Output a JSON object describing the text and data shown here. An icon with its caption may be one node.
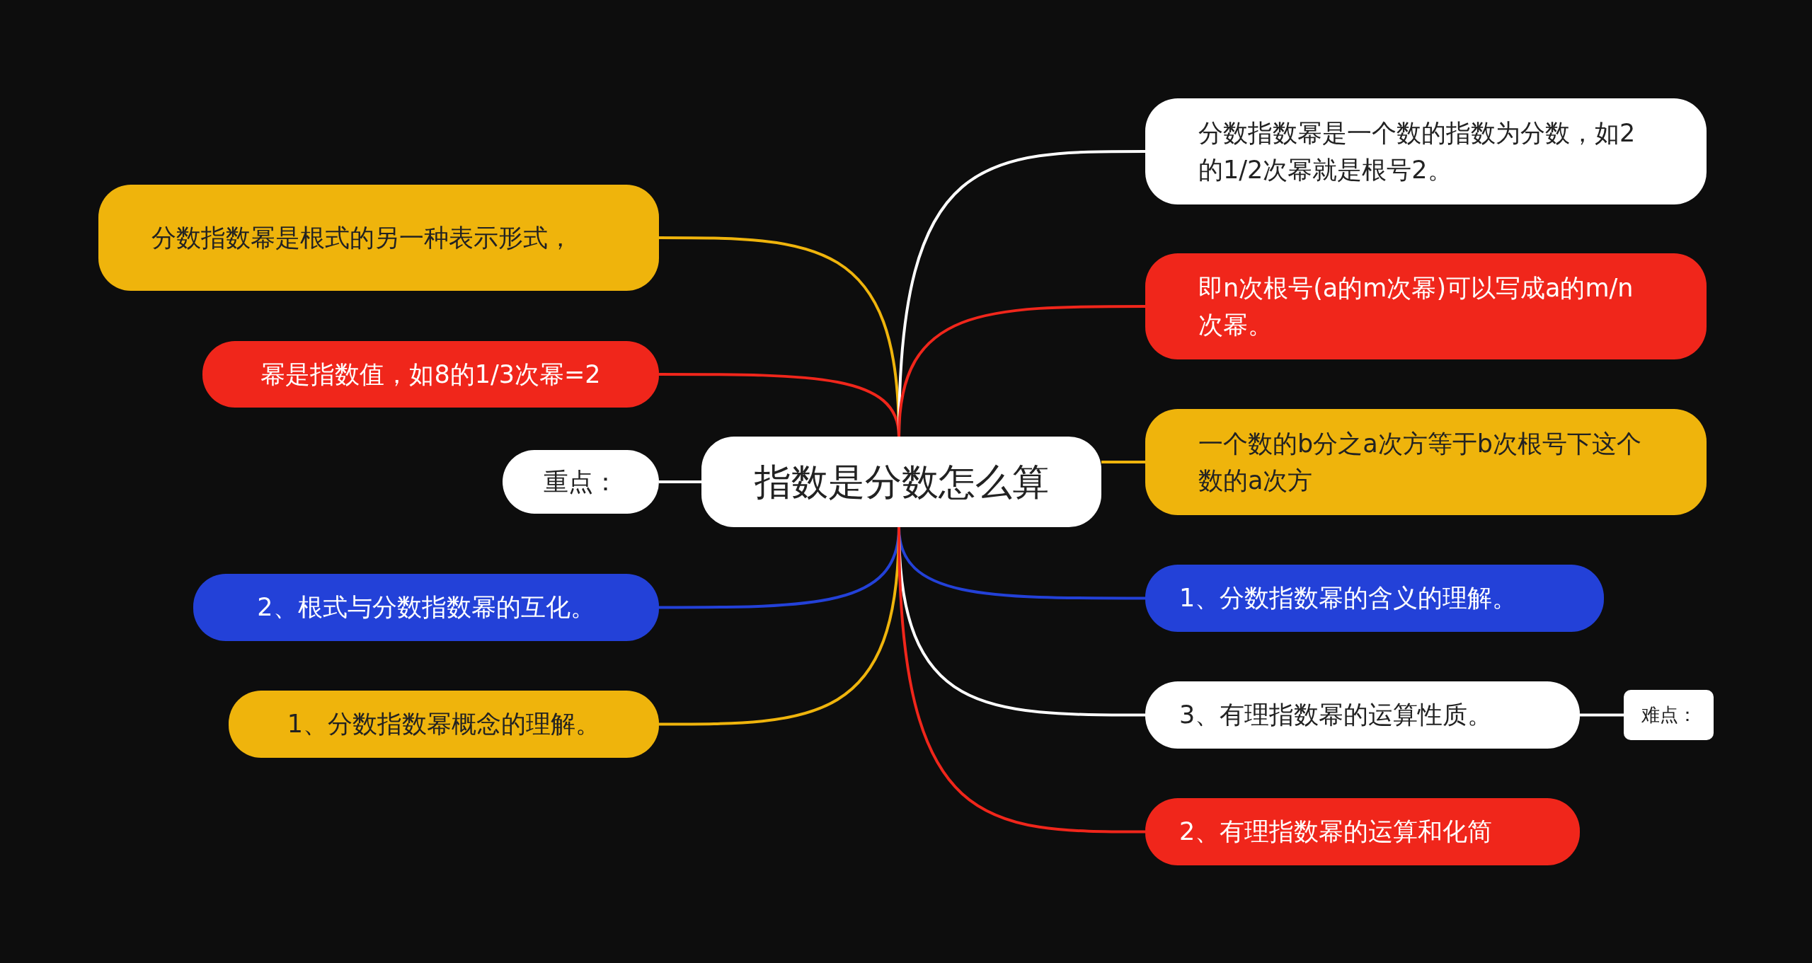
{
  "diagram": {
    "nodes": [
      {
        "text": [
          "指数是分数怎么算"
        ]
      },
      {
        "text": [
          "分数指数幂是根式的另一种表示形式，"
        ]
      },
      {
        "text": [
          "幂是指数值，如8的1/3次幂=2"
        ]
      },
      {
        "text": [
          "重点："
        ]
      },
      {
        "text": [
          "2、根式与分数指数幂的互化。"
        ]
      },
      {
        "text": [
          "1、分数指数幂概念的理解。"
        ]
      },
      {
        "text": [
          "分数指数幂是一个数的指数为分数，如2的1/2次幂就是根号2。"
        ]
      },
      {
        "text": [
          "即n次根号(a的m次幂)可以写成a的m/n次幂。"
        ]
      },
      {
        "text": [
          "一个数的b分之a次方等于b次根号下这个数的a次方"
        ]
      },
      {
        "text": [
          "1、分数指数幂的含义的理解。"
        ]
      },
      {
        "text": [
          "3、有理指数幂的运算性质。"
        ]
      },
      {
        "text": [
          "难点："
        ]
      },
      {
        "text": [
          "2、有理指数幂的运算和化简"
        ]
      }
    ],
    "edges": [
      {
        "from": 0,
        "to": 1,
        "arrow": "none",
        "color": "#efb40c"
      },
      {
        "from": 0,
        "to": 2,
        "arrow": "none",
        "color": "#f0261b"
      },
      {
        "from": 0,
        "to": 3,
        "arrow": "none"
      },
      {
        "from": 0,
        "to": 4,
        "arrow": "none",
        "color": "#2341d8"
      },
      {
        "from": 0,
        "to": 5,
        "arrow": "none",
        "color": "#efb40c"
      },
      {
        "from": 0,
        "to": 6,
        "arrow": "none"
      },
      {
        "from": 0,
        "to": 7,
        "arrow": "none",
        "color": "#f0261b"
      },
      {
        "from": 0,
        "to": 8,
        "arrow": "none",
        "color": "#efb40c"
      },
      {
        "from": 0,
        "to": 9,
        "arrow": "none",
        "color": "#2341d8"
      },
      {
        "from": 0,
        "to": 10,
        "arrow": "none"
      },
      {
        "from": 10,
        "to": 11,
        "arrow": "none"
      },
      {
        "from": 0,
        "to": 12,
        "arrow": "none",
        "color": "#f0261b"
      }
    ]
  }
}
